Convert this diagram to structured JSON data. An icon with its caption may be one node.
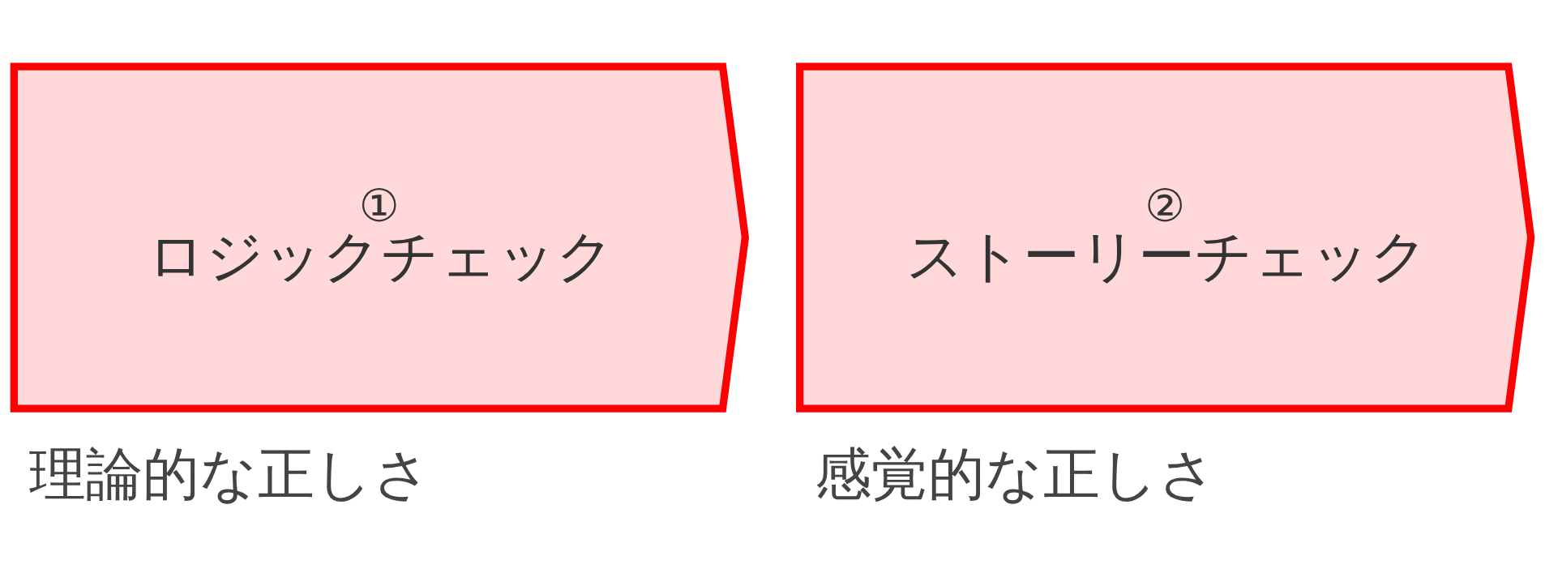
{
  "diagram": {
    "nodes": [
      {
        "text": [
          "①",
          "ロジックチェック"
        ],
        "beside": [
          "理論的な正しさ"
        ]
      },
      {
        "text": [
          "②",
          "ストーリーチェック"
        ],
        "beside": [
          "感覚的な正しさ"
        ]
      }
    ]
  }
}
